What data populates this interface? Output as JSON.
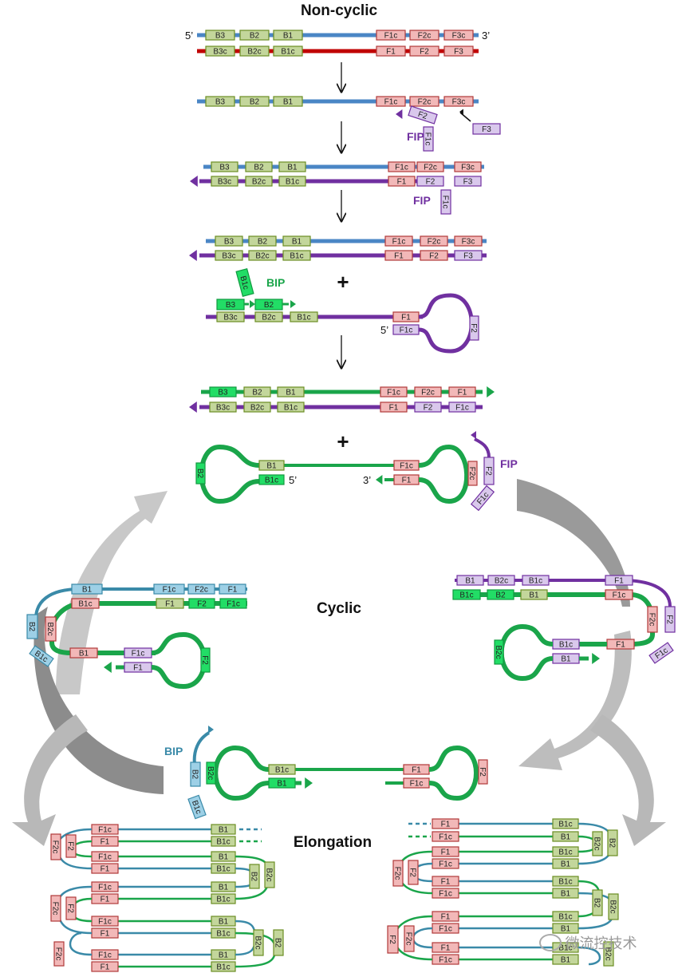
{
  "titles": {
    "non_cyclic": "Non-cyclic",
    "cyclic": "Cyclic",
    "elongation": "Elongation"
  },
  "colors": {
    "blue_strand": "#4a86c5",
    "red_strand": "#c00000",
    "purple_strand": "#7030a0",
    "green_strand": "#1aa54a",
    "teal_strand": "#3a8aa8",
    "green_box": "#c3d69b",
    "green_box_border": "#6b8e23",
    "red_box": "#f2b8b8",
    "red_box_border": "#b03a3a",
    "purple_box": "#d9c8ec",
    "purple_box_border": "#7030a0",
    "bright_green_box": "#22dd66",
    "blue_box": "#9dd0e6",
    "blue_box_border": "#3a8aa8",
    "gray_arrow": "#b5b5b5"
  },
  "primers": {
    "fip": "FIP",
    "bip": "BIP"
  },
  "ends": {
    "five": "5’",
    "three": "3’"
  },
  "plus": "+",
  "step1": {
    "top": [
      "B3",
      "B2",
      "B1",
      "F1c",
      "F2c",
      "F3c"
    ],
    "bottom": [
      "B3c",
      "B2c",
      "B1c",
      "F1",
      "F2",
      "F3"
    ]
  },
  "step2": {
    "template": [
      "B3",
      "B2",
      "B1",
      "F1c",
      "F2c",
      "F3c"
    ],
    "fip": [
      "F2",
      "F1c"
    ],
    "f3": "F3"
  },
  "step3": {
    "top": [
      "B3",
      "B2",
      "B1",
      "F1c",
      "F2c",
      "F3c"
    ],
    "bottom": [
      "B3c",
      "B2c",
      "B1c",
      "F1",
      "F2",
      "F3"
    ],
    "fip_tail": "F1c"
  },
  "step4": {
    "top": [
      "B3",
      "B2",
      "B1",
      "F1c",
      "F2c",
      "F3c"
    ],
    "bottom": [
      "B3c",
      "B2c",
      "B1c",
      "F1",
      "F2",
      "F3"
    ],
    "bip": [
      "B1c",
      "B2",
      "B3"
    ],
    "strand": [
      "B3c",
      "B2c",
      "B1c",
      "F1",
      "F1c",
      "F2"
    ]
  },
  "step5": {
    "top": [
      "B3",
      "B2",
      "B1",
      "F1c",
      "F2c",
      "F1"
    ],
    "bottom": [
      "B3c",
      "B2c",
      "B1c",
      "F1",
      "F2",
      "F1c"
    ],
    "dumbbell": [
      "B2",
      "B1",
      "B1c",
      "F1c",
      "F1",
      "F2c",
      "F2",
      "F1c"
    ]
  },
  "cyclic_left": {
    "top": [
      "B1",
      "F1c",
      "F2c",
      "F1"
    ],
    "mid": [
      "B1c",
      "F1",
      "F2",
      "F1c"
    ],
    "side": [
      "B2",
      "B2c",
      "B1c"
    ],
    "bottom": [
      "B1",
      "F1c",
      "F1",
      "F2"
    ]
  },
  "cyclic_right": {
    "top": [
      "B1",
      "B2c",
      "B1c",
      "F1"
    ],
    "mid": [
      "B1c",
      "B2",
      "B1",
      "F1c"
    ],
    "side": [
      "F2c",
      "F2",
      "F1c"
    ],
    "bottom": [
      "B2c",
      "B1c",
      "B1",
      "F1"
    ]
  },
  "bip_dumbbell": {
    "labels": [
      "B2",
      "B1c",
      "B2c",
      "B1c",
      "B1",
      "F1",
      "F1c",
      "F2"
    ]
  },
  "elong_left": {
    "rows_f": [
      "F1c",
      "F1",
      "F1c",
      "F1",
      "F1c",
      "F1",
      "F1c",
      "F1",
      "F1c",
      "F1"
    ],
    "rows_b": [
      "B1",
      "B1c",
      "B1",
      "B1c",
      "B1",
      "B1c",
      "B1",
      "B1c",
      "B1",
      "B1c"
    ],
    "loops": [
      "F2c",
      "F2",
      "B2",
      "B2c",
      "F2c",
      "F2",
      "B2c",
      "B2",
      "F2c"
    ]
  },
  "elong_right": {
    "rows_f": [
      "F1",
      "F1c",
      "F1",
      "F1c",
      "F1",
      "F1c",
      "F1",
      "F1c",
      "F1",
      "F1c"
    ],
    "rows_b": [
      "B1c",
      "B1",
      "B1c",
      "B1",
      "B1c",
      "B1",
      "B1c",
      "B1",
      "B1c",
      "B1"
    ],
    "loops": [
      "B2c",
      "B2",
      "F2c",
      "F2",
      "B2",
      "B2c",
      "F2",
      "F2c",
      "B2c"
    ]
  },
  "watermark": "微流控技术"
}
